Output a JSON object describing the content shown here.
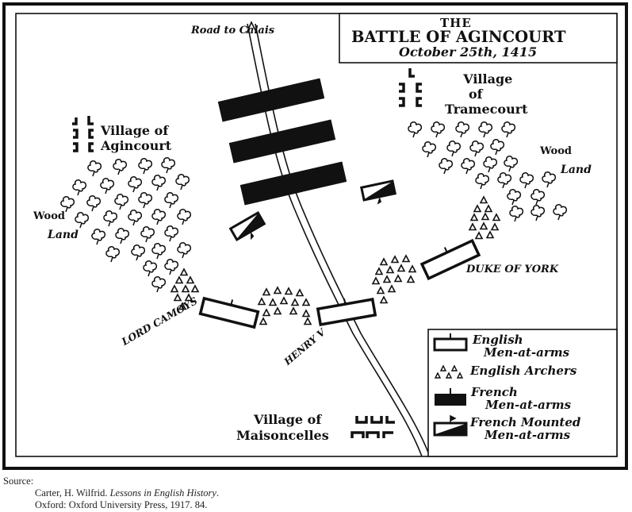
{
  "title": {
    "line1": "THE",
    "line2": "BATTLE OF AGINCOURT",
    "date": "October 25th, 1415"
  },
  "labels": {
    "road": "Road to Calais",
    "village_agincourt": [
      "Village of",
      "Agincourt"
    ],
    "village_tramecourt": [
      "Village",
      "of",
      "Tramecourt"
    ],
    "village_maisoncelles": [
      "Village of",
      "Maisoncelles"
    ],
    "wood_left": [
      "Wood",
      "Land"
    ],
    "wood_right": [
      "Wood",
      "Land"
    ],
    "lord_camoys": "LORD CAMOYS",
    "henry": "HENRY V",
    "duke_of_york": "DUKE OF YORK"
  },
  "legend": [
    {
      "icon": "english-men-at-arms-icon",
      "lines": [
        "English",
        "Men-at-arms"
      ]
    },
    {
      "icon": "english-archers-icon",
      "lines": [
        "English Archers"
      ]
    },
    {
      "icon": "french-men-at-arms-icon",
      "lines": [
        "French",
        "Men-at-arms"
      ]
    },
    {
      "icon": "french-mounted-men-at-arms-icon",
      "lines": [
        "French Mounted",
        "Men-at-arms"
      ]
    }
  ],
  "source": {
    "label": "Source:",
    "author": "Carter, H. Wilfrid. ",
    "book": "Lessons in English History",
    "book_end": ".",
    "publisher": "Oxford: Oxford University Press, 1917. 84."
  },
  "colors": {
    "ink": "#111111",
    "paper": "#ffffff"
  }
}
